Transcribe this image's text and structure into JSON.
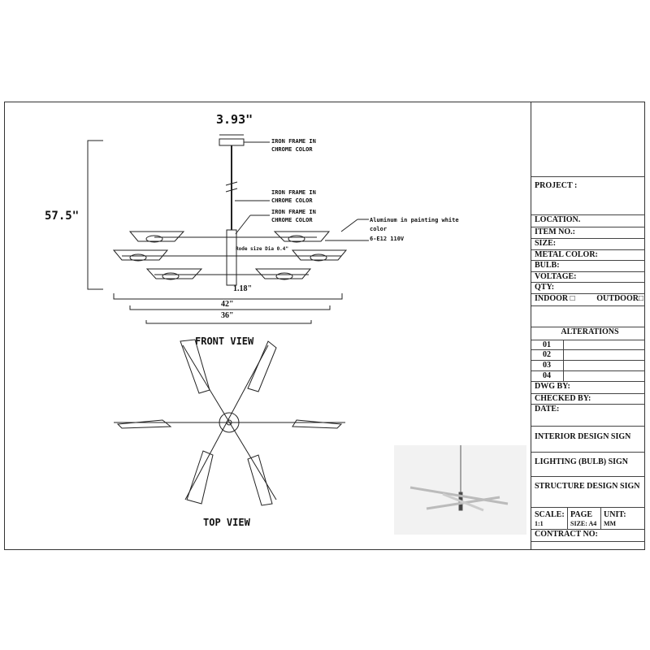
{
  "front_view": {
    "title": "FRONT VIEW",
    "dim_top": "3.93\"",
    "dim_height": "57.5\"",
    "dim_w1": "42\"",
    "dim_w2": "36\"",
    "dim_bottom": "1.18\"",
    "notes": [
      "IRON FRAME IN",
      "CHROME COLOR",
      "IRON FRAME IN",
      "CHROME COLOR",
      "IRON FRAME IN",
      "CHROME COLOR"
    ],
    "aluminum_note_1": "Aluminum in painting white",
    "aluminum_note_2": "color",
    "bulb_note": "6-E12 110V",
    "rod_note": "Rode size Dia 0.4\""
  },
  "top_view": {
    "title": "TOP VIEW"
  },
  "title_block": {
    "project": "PROJECT :",
    "location": "LOCATION.",
    "item_no": "ITEM NO.:",
    "size": "SIZE:",
    "metal_color": "METAL COLOR:",
    "bulb": "BULB:",
    "voltage": "VOLTAGE:",
    "qty": "QTY:",
    "indoor": "INDOOR □",
    "outdoor": "OUTDOOR□",
    "alterations": "ALTERATIONS",
    "alt_rows": [
      "01",
      "02",
      "03",
      "04"
    ],
    "dwg_by": "DWG BY:",
    "checked_by": "CHECKED BY:",
    "date": "DATE:",
    "interior_sign": "INTERIOR DESIGN SIGN",
    "lighting_sign": "LIGHTING (BULB) SIGN",
    "structure_sign": "STRUCTURE DESIGN SIGN",
    "scale_1": "SCALE:",
    "scale_2": "1:1",
    "page_1": "PAGE",
    "page_2": "SIZE: A4",
    "unit_1": "UNIT:",
    "unit_2": "MM",
    "contract_no": "CONTRACT NO:"
  }
}
